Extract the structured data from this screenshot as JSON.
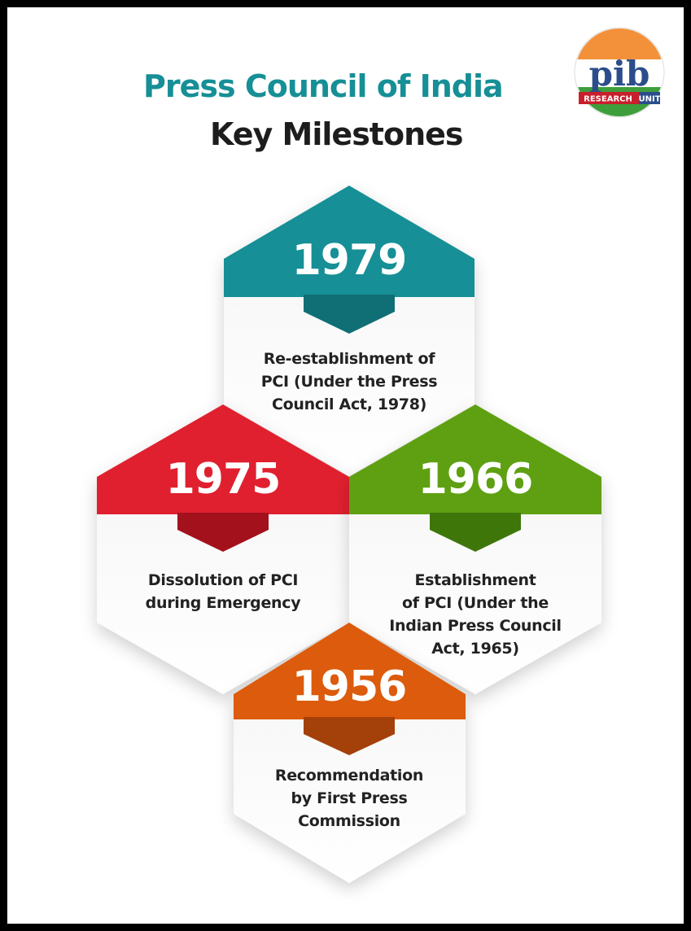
{
  "header": {
    "title": "Press Council of India",
    "subtitle": "Key Milestones"
  },
  "logo": {
    "mark": "pib",
    "tag_left": "RESEARCH",
    "tag_right": "UNIT",
    "icon": "pib-logo"
  },
  "milestones": [
    {
      "year": "1979",
      "color": "#168f96",
      "lines": [
        "Re-establishment of",
        "PCI (Under the Press",
        "Council Act, 1978)"
      ]
    },
    {
      "year": "1975",
      "color": "#e0202f",
      "lines": [
        "Dissolution of PCI",
        "during Emergency"
      ]
    },
    {
      "year": "1966",
      "color": "#5ea012",
      "lines": [
        "Establishment",
        "of PCI (Under the",
        "Indian Press Council",
        "Act, 1965)"
      ]
    },
    {
      "year": "1956",
      "color": "#dc5b0c",
      "lines": [
        "Recommendation",
        "by First Press",
        "Commission"
      ]
    }
  ]
}
